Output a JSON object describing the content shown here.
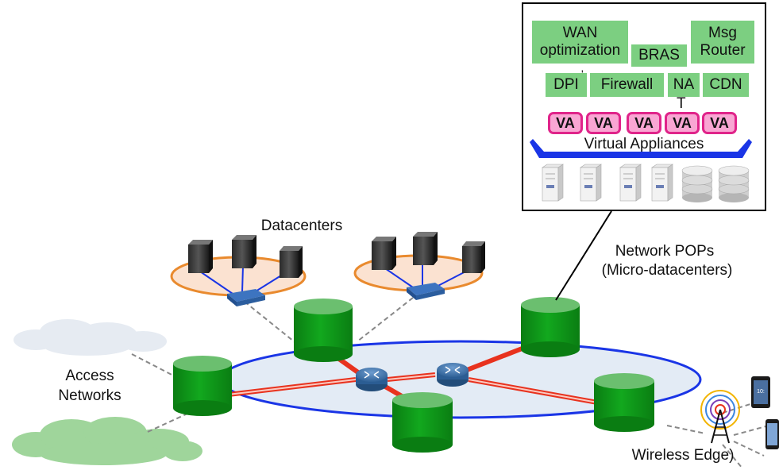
{
  "inset": {
    "network_functions": [
      {
        "id": "wan-optimization",
        "label": "WAN optimization"
      },
      {
        "id": "bras",
        "label": "BRAS"
      },
      {
        "id": "msg-router",
        "label": "Msg Router"
      },
      {
        "id": "dpi",
        "label": "DPI"
      },
      {
        "id": "firewall",
        "label": "Firewall"
      },
      {
        "id": "nat",
        "label": "NA"
      },
      {
        "id": "cdn",
        "label": "CDN"
      }
    ],
    "nat_overflow": "T",
    "dpi_tick": "'",
    "va_chips": [
      "VA",
      "VA",
      "VA",
      "VA",
      "VA"
    ],
    "virtual_appliances_label": "Virtual Appliances",
    "hardware": [
      "server-icon",
      "server-icon",
      "server-icon",
      "server-icon",
      "storage-icon",
      "storage-icon"
    ]
  },
  "labels": {
    "datacenters": "Datacenters",
    "network_pops_line1": "Network POPs",
    "network_pops_line2": "(Micro-datacenters)",
    "access_line1": "Access",
    "access_line2": "Networks",
    "wireless_edge": "Wireless Edge)"
  },
  "colors": {
    "function_box": "#7ccf81",
    "va_fill": "#f9a6d3",
    "va_border": "#e0248a",
    "bracket": "#1a35e6",
    "ring_fill": "#e3ebf5",
    "ring_stroke": "#1a35e6",
    "pop_green": "#0f9a1a",
    "pop_top": "#6bbf6f",
    "link_red": "#e8321e",
    "dc_ring": "#e98a2e",
    "dc_fill": "#fbe2d1",
    "cloud_grey": "#e6ebf2",
    "cloud_green": "#9fd59b"
  }
}
